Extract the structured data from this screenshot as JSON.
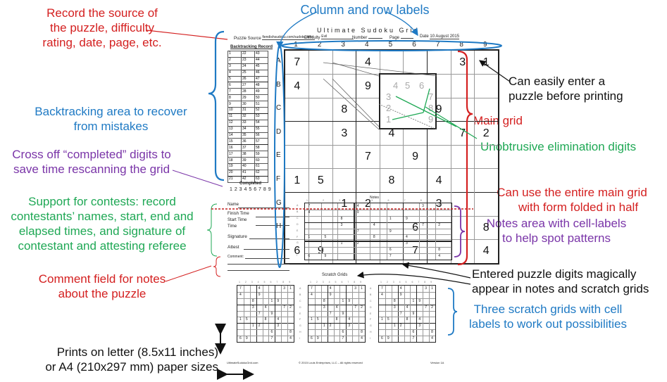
{
  "annotations": {
    "source_note": [
      "Record the source of",
      "the puzzle, difficulty",
      "rating, date, page, etc."
    ],
    "backtracking_note": [
      "Backtracking area to recover",
      "from mistakes"
    ],
    "completed_note": [
      "Cross off “completed” digits to",
      "save time rescanning the grid"
    ],
    "contest_note": [
      "Support for contests:  record",
      "contestants’ names, start, end and",
      "elapsed times, and signature of",
      "contestant and attesting referee"
    ],
    "comment_note": [
      "Comment field for notes",
      "about the puzzle"
    ],
    "paper_note": [
      "Prints on letter (8.5x11 inches)",
      "or A4 (210x297 mm) paper sizes"
    ],
    "labels_note": "Column and row labels",
    "enter_note": [
      "Can easily enter a",
      "puzzle before printing"
    ],
    "main_grid_note": "Main grid",
    "elimination_note": "Unobtrusive elimination digits",
    "fold_note": [
      "Can use the entire main grid",
      "with form folded in half"
    ],
    "notes_area_note": [
      "Notes area with cell-labels",
      "to help spot patterns"
    ],
    "magic_note": [
      "Entered puzzle digits magically",
      "appear in notes and scratch grids"
    ],
    "scratch_note": [
      "Three scratch grids with cell",
      "labels to work out possibilities"
    ]
  },
  "colors": {
    "red": "#d42020",
    "blue": "#1f7ac4",
    "purple": "#7a35a8",
    "green": "#1fa855",
    "black": "#111111"
  },
  "form": {
    "title": "Ultimate Sudoku Grid",
    "source_label": "Puzzle Source",
    "source_value": "fiendishsudoku.com/sudoku.html",
    "difficulty_label": "Difficulty",
    "difficulty_value": "Evil",
    "number_label": "Number",
    "page_label": "Page",
    "date_label": "Date",
    "date_value": "10 August 2015",
    "backtracking_title": "Backtracking Record",
    "completed_title": "Completed",
    "completed_digits": "1 2 3 4 5 6 7 8 9",
    "contest": {
      "name": "Name",
      "finish": "Finish Time",
      "start": "Start Time",
      "time": "Time",
      "signature": "Signature",
      "attest": "Attest",
      "comment": "Comment:"
    },
    "notes_title": "Notes",
    "scratch_title": "Scratch Grids",
    "footer_left": "UltimateSudokuGrid.com",
    "footer_center": "© 2015 Louis Enterprises, LLC – All rights reserved",
    "footer_right": "Version 1A"
  },
  "col_labels": [
    "1",
    "2",
    "3",
    "4",
    "5",
    "6",
    "7",
    "8",
    "9"
  ],
  "row_labels": [
    "A",
    "B",
    "C",
    "D",
    "E",
    "F",
    "G",
    "H",
    "I"
  ],
  "puzzle": [
    [
      "7",
      "",
      "",
      "4",
      "",
      "",
      "",
      "3",
      "1"
    ],
    [
      "4",
      "",
      "",
      "9",
      "",
      "",
      "",
      "",
      ""
    ],
    [
      "",
      "",
      "8",
      "",
      "",
      "1",
      "9",
      "",
      ""
    ],
    [
      "",
      "",
      "3",
      "",
      "4",
      "",
      "",
      "7",
      "2"
    ],
    [
      "",
      "",
      "",
      "7",
      "",
      "9",
      "",
      "",
      ""
    ],
    [
      "1",
      "5",
      "",
      "",
      "8",
      "",
      "4",
      "",
      ""
    ],
    [
      "",
      "",
      "1",
      "2",
      "",
      "",
      "3",
      "",
      ""
    ],
    [
      "",
      "",
      "",
      "",
      "",
      "6",
      "",
      "",
      "8"
    ],
    [
      "6",
      "9",
      "",
      "",
      "",
      "7",
      "",
      "",
      "4"
    ]
  ],
  "inset_digits": [
    "1",
    "2",
    "3",
    "4",
    "5",
    "6",
    "7",
    "8",
    "9"
  ]
}
